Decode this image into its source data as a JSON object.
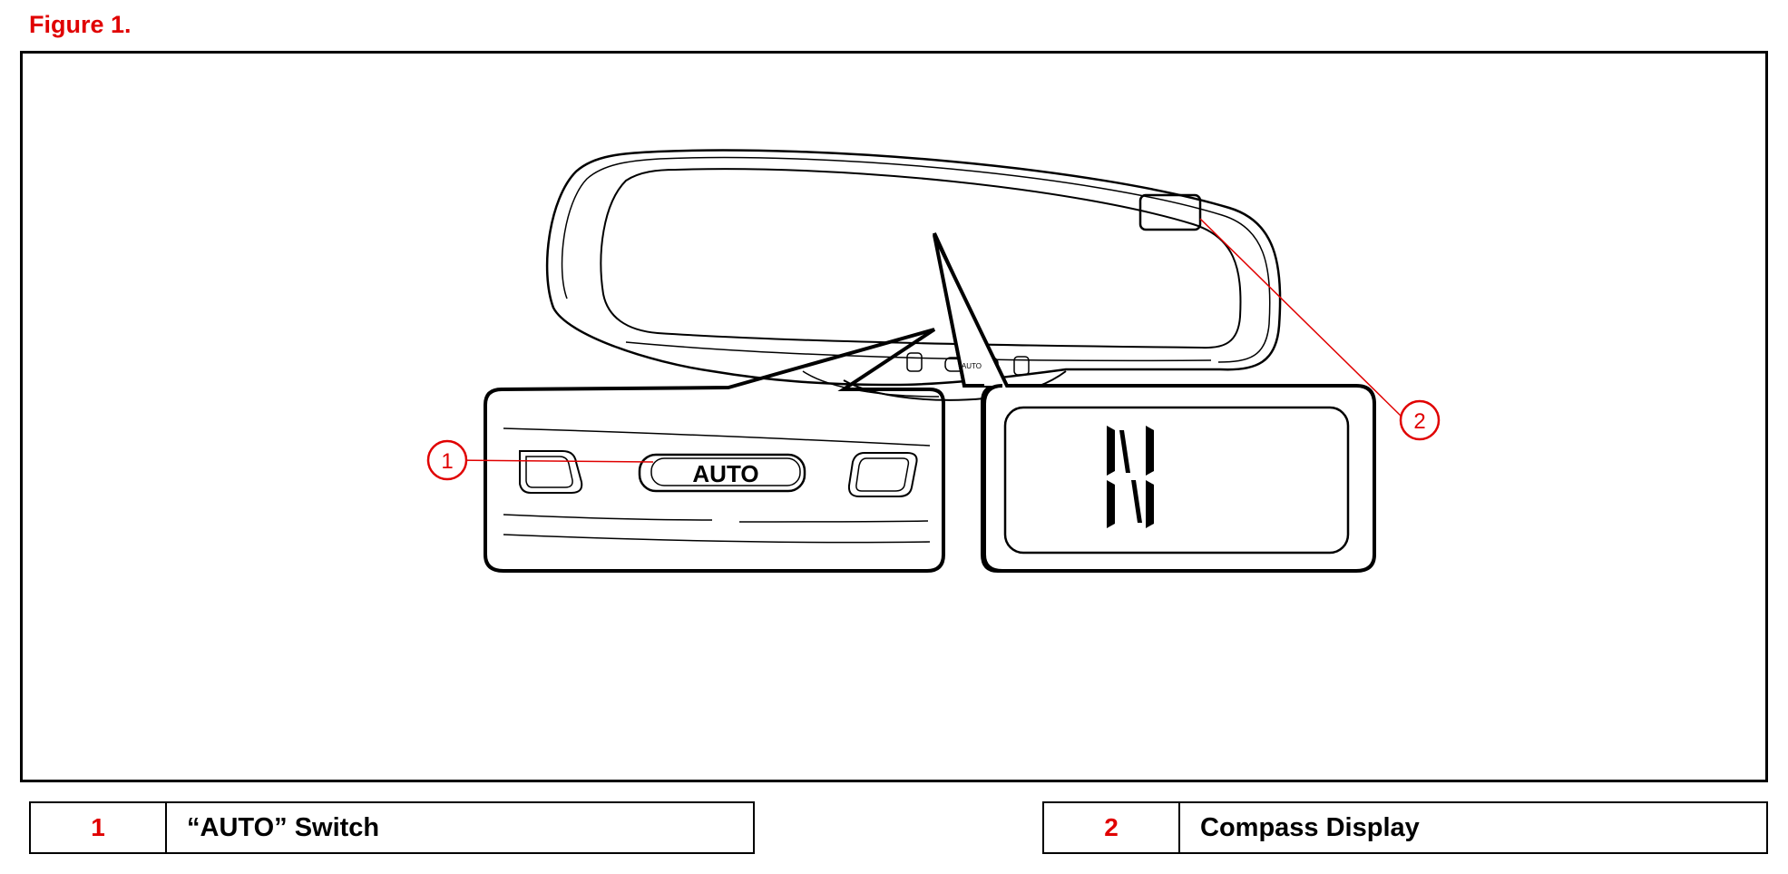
{
  "figure_title": "Figure 1.",
  "switch_text": "AUTO",
  "switch_text_small": "AUTO",
  "compass_heading": "N",
  "callouts": [
    "1",
    "2"
  ],
  "legend": [
    {
      "num": "1",
      "label": "“AUTO” Switch"
    },
    {
      "num": "2",
      "label": "Compass Display"
    }
  ],
  "colors": {
    "accent": "#e00000",
    "line": "#000000"
  }
}
